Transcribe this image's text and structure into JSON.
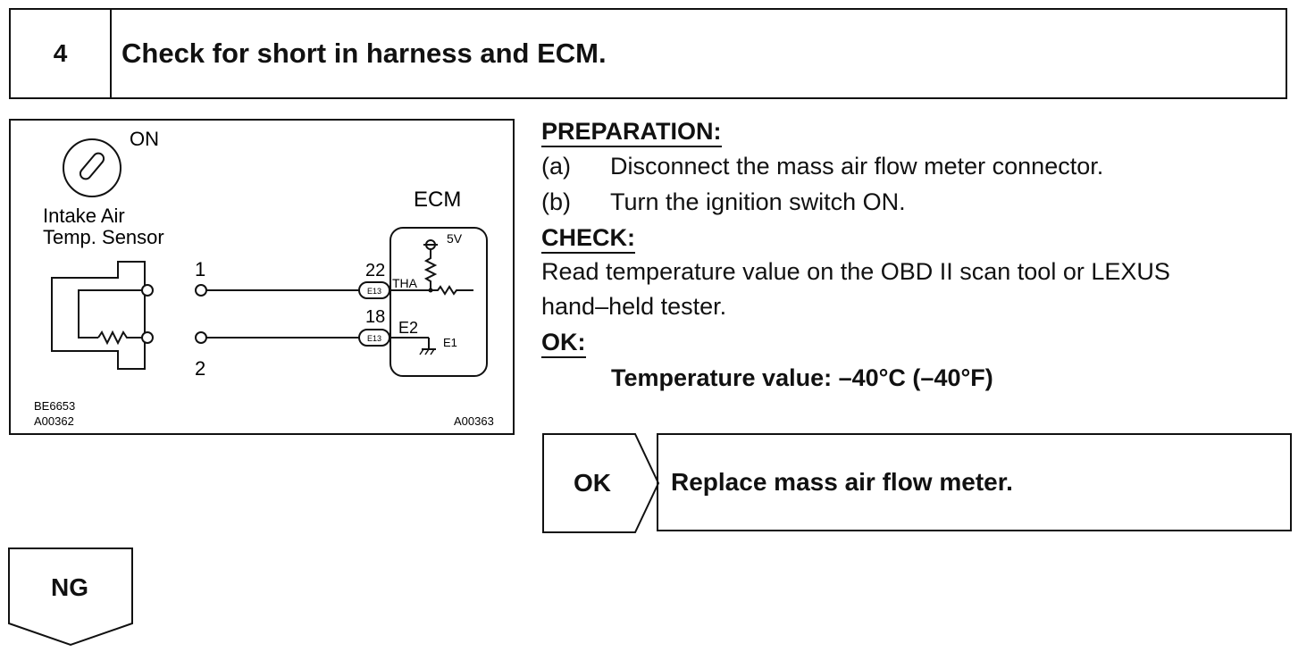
{
  "step": {
    "number": "4",
    "title": "Check for short in harness and ECM."
  },
  "diagram": {
    "switch_label": "ON",
    "sensor_label_line1": "Intake Air",
    "sensor_label_line2": "Temp. Sensor",
    "ecm_label": "ECM",
    "voltage_label": "5V",
    "pin1": "1",
    "pin2": "2",
    "ecm_pin_tha": "22",
    "ecm_pin_e2": "18",
    "connector_label": "E13",
    "tha_label": "THA",
    "e2_label": "E2",
    "e1_label": "E1",
    "code_1": "BE6653",
    "code_2": "A00362",
    "code_3": "A00363"
  },
  "procedure": {
    "preparation_heading": "PREPARATION:",
    "prep_steps": [
      {
        "letter": "(a)",
        "text": "Disconnect the mass air flow meter connector."
      },
      {
        "letter": "(b)",
        "text": "Turn the ignition switch ON."
      }
    ],
    "check_heading": "CHECK:",
    "check_text_line1": "Read temperature value on the OBD II scan tool or LEXUS",
    "check_text_line2": "hand–held tester.",
    "ok_heading": "OK:",
    "ok_value": "Temperature value: –40°C (–40°F)"
  },
  "result_ok": {
    "label": "OK",
    "action": "Replace mass air flow meter."
  },
  "result_ng": {
    "label": "NG"
  }
}
